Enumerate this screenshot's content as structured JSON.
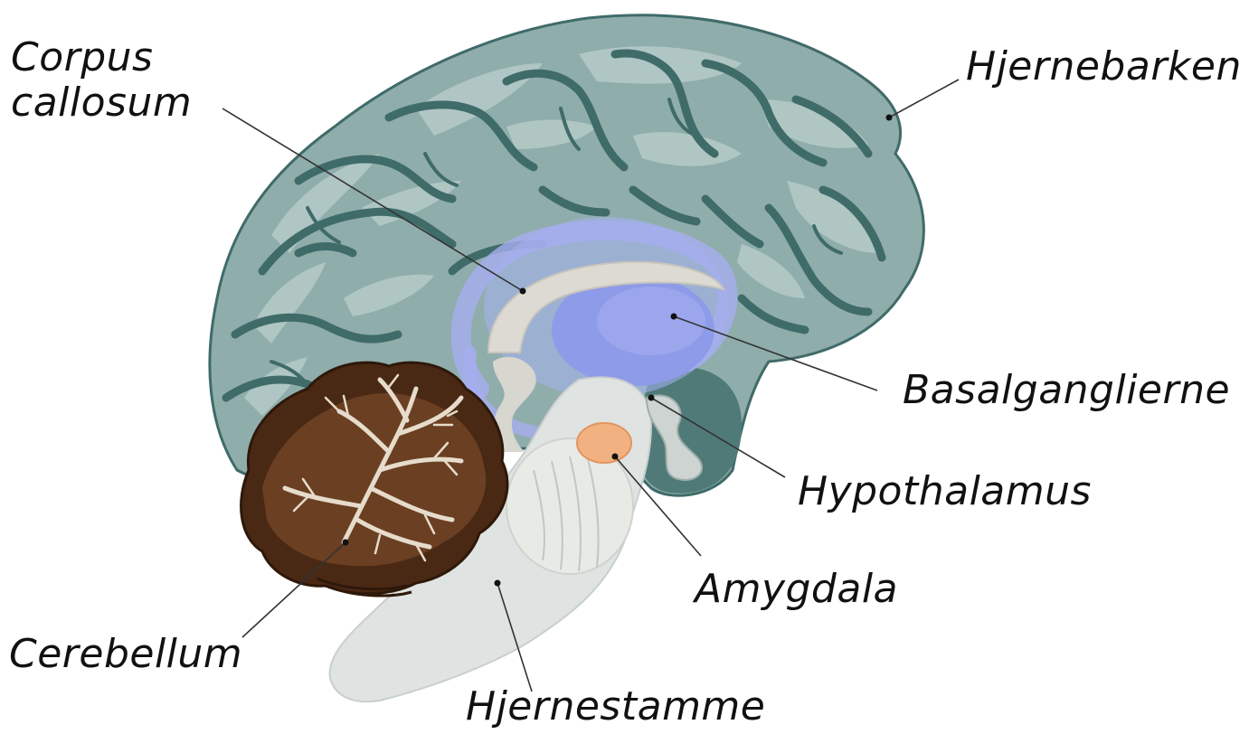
{
  "labels": {
    "corpus_callosum_line1": "Corpus",
    "corpus_callosum_line2": "callosum",
    "hjernebarken": "Hjernebarken",
    "basalganglierne": "Basalganglierne",
    "hypothalamus": "Hypothalamus",
    "amygdala": "Amygdala",
    "cerebellum": "Cerebellum",
    "hjernestamme": "Hjernestamme"
  },
  "colors": {
    "cortex_fill": "#8fadab",
    "cortex_sulci": "#3f6b69",
    "cortex_highlight": "#b3c9c6",
    "basal_ganglia": "#9aa8ec",
    "corpus_callosum": "#dcdad3",
    "cerebellum_dark": "#4a2914",
    "cerebellum_branch": "#e6dccb",
    "brainstem": "#dfe3e2",
    "amygdala": "#f2b181",
    "leader_line": "#333333"
  }
}
